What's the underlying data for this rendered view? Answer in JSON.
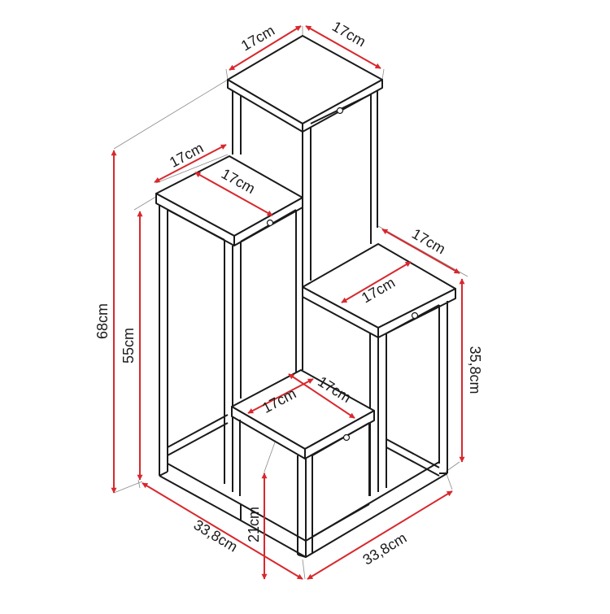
{
  "colors": {
    "line": "#1a1a1a",
    "dimension": "#d8282d",
    "extension": "#8a8a8a",
    "background": "#ffffff"
  },
  "labels": {
    "top_width_left": "17cm",
    "top_width_right": "17cm",
    "left_shelf_depth": "17cm",
    "left_shelf_width": "17cm",
    "right_shelf_depth": "17cm",
    "right_shelf_width": "17cm",
    "low_shelf_left": "17cm",
    "low_shelf_right": "17cm",
    "height_total": "68cm",
    "height_left": "55cm",
    "height_right": "35,8cm",
    "height_low": "21cm",
    "base_left": "33,8cm",
    "base_right": "33,8cm"
  }
}
